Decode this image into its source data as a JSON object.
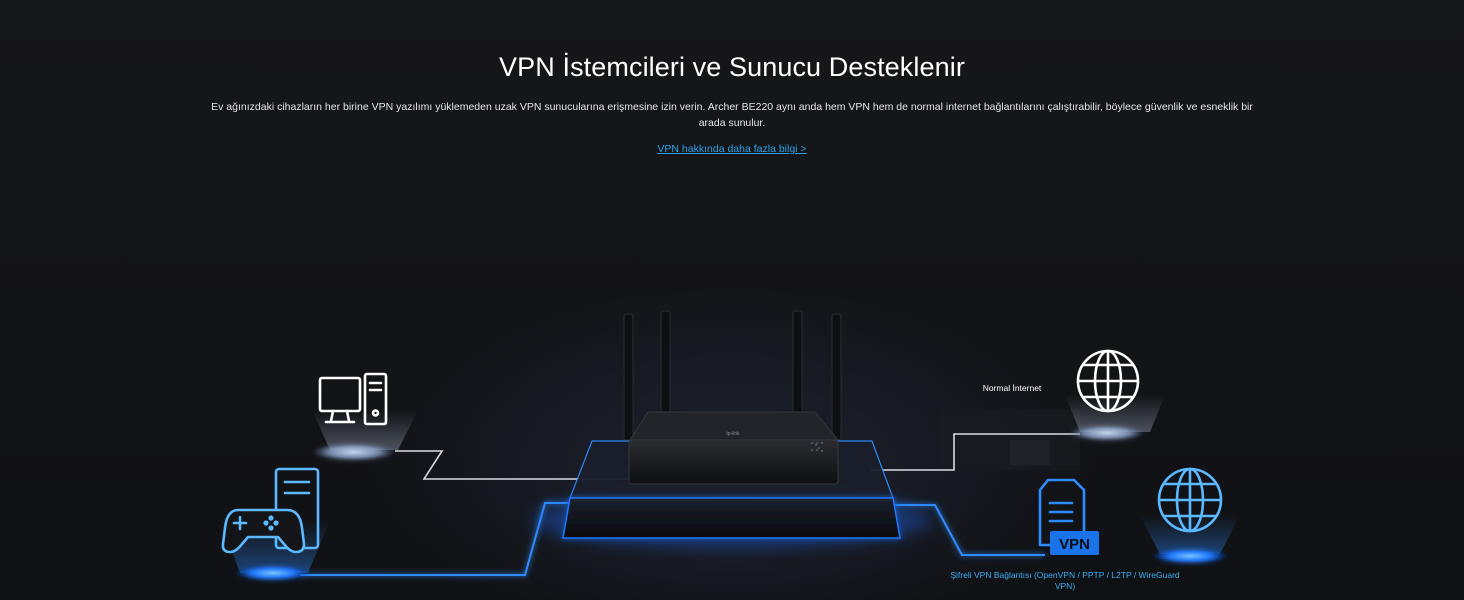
{
  "section": {
    "title": "VPN İstemcileri ve Sunucu Desteklenir",
    "description": "Ev ağınızdaki cihazların her birine VPN yazılımı yüklemeden uzak VPN sunucularına erişmesine izin verin. Archer BE220 aynı anda hem VPN hem de normal internet bağlantılarını çalıştırabilir, böylece güvenlik ve esneklik bir arada sunulur.",
    "link_label": "VPN hakkında daha fazla bilgi >"
  },
  "diagram": {
    "normal_internet_label": "Normal İnternet",
    "vpn_connection_label": "Şifreli VPN Bağlantısı (OpenVPN / PPTP / L2TP / WireGuard VPN)",
    "vpn_badge": "VPN",
    "router_logo": "tp-link"
  },
  "colors": {
    "background": "#141519",
    "link": "#2aa3e8",
    "vpn_blue": "#1a73e8",
    "glow_blue": "#2f8cff",
    "icon_light_blue": "#5cb8ff",
    "line_white": "#d9dde3"
  },
  "icons": [
    "desktop-computer-icon",
    "game-console-icon",
    "globe-icon",
    "vpn-server-icon"
  ]
}
